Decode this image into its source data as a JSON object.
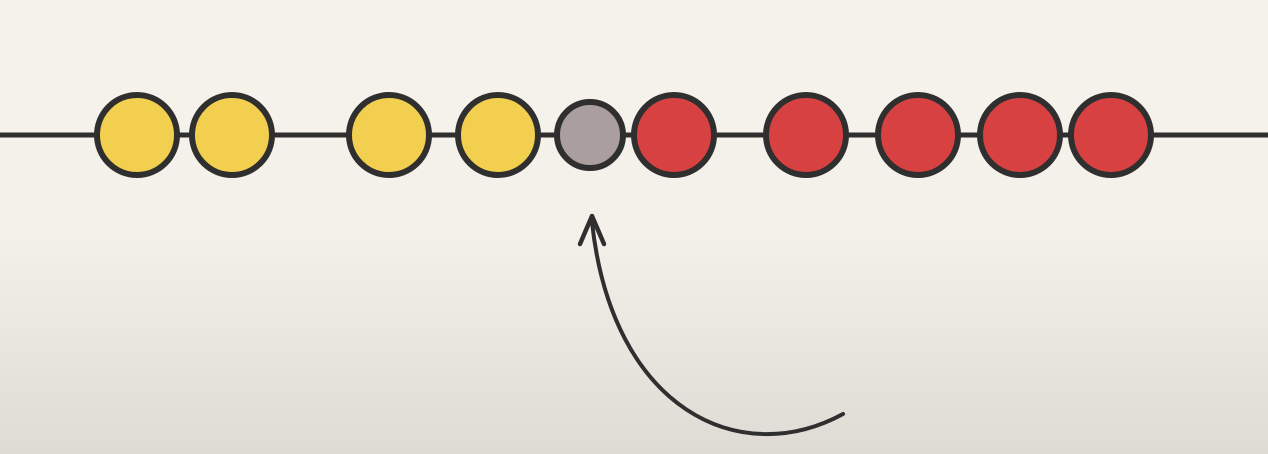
{
  "diagram": {
    "colors": {
      "background": "#f4f1ea",
      "line": "#2f2f2f",
      "bead_stroke": "#2f2f2f"
    },
    "beads": [
      {
        "color": "#f2cf4e",
        "name": "yellow"
      },
      {
        "color": "#f2cf4e",
        "name": "yellow"
      },
      {
        "color": "#f2cf4e",
        "name": "yellow"
      },
      {
        "color": "#f2cf4e",
        "name": "yellow"
      },
      {
        "color": "#ab9e9e",
        "name": "gray",
        "highlighted": true
      },
      {
        "color": "#d84141",
        "name": "red"
      },
      {
        "color": "#d84141",
        "name": "red"
      },
      {
        "color": "#d84141",
        "name": "red"
      },
      {
        "color": "#d84141",
        "name": "red"
      },
      {
        "color": "#d84141",
        "name": "red"
      }
    ],
    "pointer": {
      "target": "gray bead",
      "icon": "curved-arrow-icon"
    }
  }
}
